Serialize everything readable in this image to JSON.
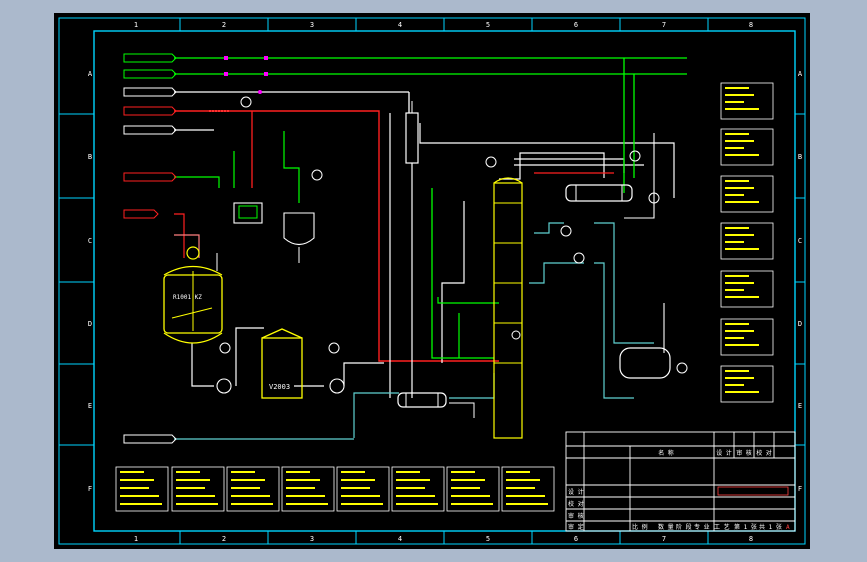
{
  "frame": {
    "col_labels": [
      "1",
      "2",
      "3",
      "4",
      "5",
      "6",
      "7",
      "8"
    ],
    "row_labels": [
      "A",
      "B",
      "C",
      "D",
      "E",
      "F"
    ]
  },
  "equipment": {
    "reactor_tag": "R1001 KZ",
    "storage_tank_tag": "V2003"
  },
  "title_block": {
    "header_mid": "名 称",
    "header_right": [
      "设 计",
      "审 核",
      "校 对"
    ],
    "left_labels": [
      "设 计",
      "校 对",
      "审 核",
      "审 定"
    ],
    "sheet_label": "比 例",
    "footer": [
      "数 量",
      "阶 段",
      "专 业",
      "工 艺",
      "第 1 张",
      "共 1 张"
    ],
    "revision": "A"
  },
  "colors": {
    "background": "#abb9cc",
    "sheet": "#000000",
    "frame": "#00d5ff",
    "green": "#00ff00",
    "yellow": "#ffff00",
    "red": "#ff2020",
    "white": "#ffffff",
    "cyan": "#5fd1d1",
    "magenta": "#ff00ff"
  }
}
